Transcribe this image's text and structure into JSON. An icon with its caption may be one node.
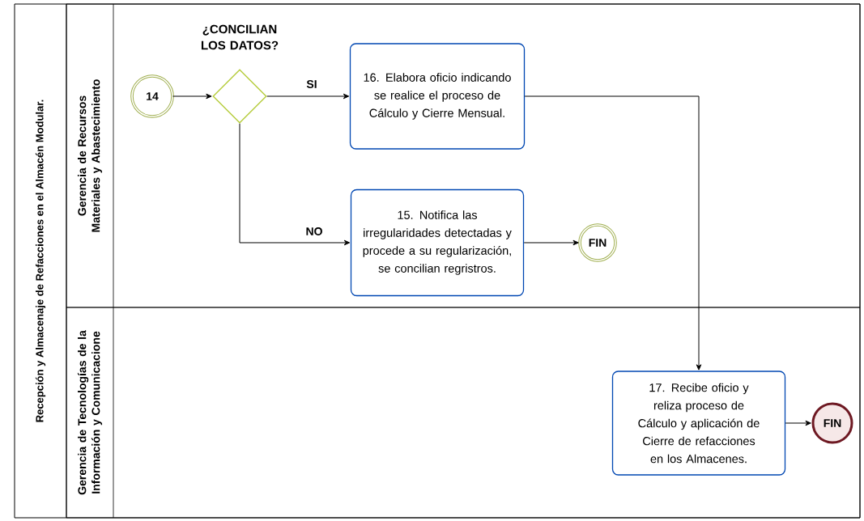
{
  "diagram": {
    "nodes": [
      {
        "text": [
          "Recepción y Almacenaje de Refacciones en el Almacén Modular."
        ]
      },
      {
        "text": [
          "Gerencia de Recursos Materiales y Abastecimiento"
        ],
        "in": 0
      },
      {
        "text": [
          "Gerencia de Tecnologías de la Información y Comunicacione"
        ],
        "in": 0
      },
      {
        "text": [
          "14"
        ],
        "in": 1
      },
      {
        "text": [],
        "shape": "diamond",
        "beside": [
          "¿CONCILIAN LOS DATOS?"
        ],
        "in": 1
      },
      {
        "text": [
          "16. Elabora oficio indicando se realice el proceso de Cálculo y Cierre Mensual."
        ],
        "in": 1
      },
      {
        "text": [
          "15. Notifica las irregularidades detectadas y procede a su regularización, se concilian regristros."
        ],
        "in": 1
      },
      {
        "text": [
          "FIN"
        ],
        "in": 1
      },
      {
        "text": [
          "17. Recibe oficio y reliza proceso de Cálculo y aplicación de Cierre de refacciones en los Almacenes."
        ],
        "in": 2
      },
      {
        "text": [
          "FIN"
        ],
        "in": 2
      }
    ],
    "edges": [
      {
        "from": 3,
        "to": 4,
        "arrow": "to"
      },
      {
        "from": 4,
        "to": 5,
        "arrow": "to",
        "label": "SI"
      },
      {
        "from": 4,
        "to": 6,
        "arrow": "to",
        "label": "NO"
      },
      {
        "from": 6,
        "to": 7,
        "arrow": "to"
      },
      {
        "from": 5,
        "to": 8,
        "arrow": "to"
      },
      {
        "from": 8,
        "to": 9,
        "arrow": "to"
      }
    ]
  }
}
